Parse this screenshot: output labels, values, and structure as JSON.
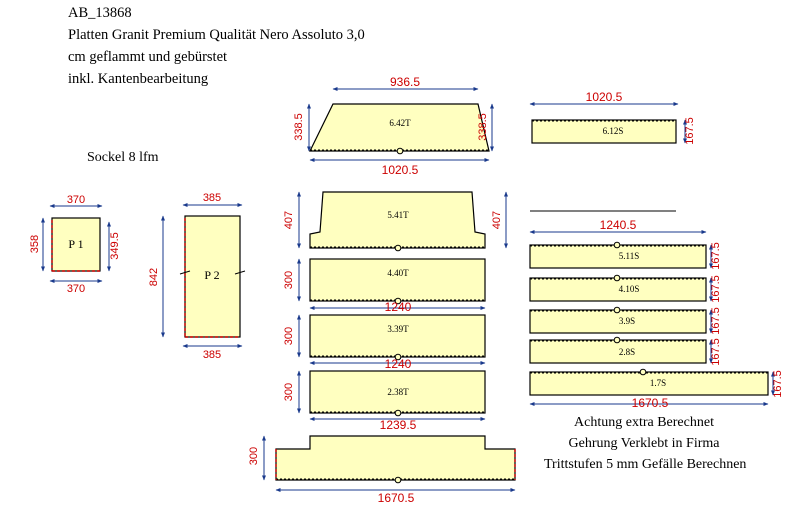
{
  "header": {
    "order_id": "AB_13868",
    "line1": "Platten Granit Premium Qualität Nero Assoluto 3,0",
    "line2": "cm geflammt und gebürstet",
    "line3": "inkl. Kantenbearbeitung"
  },
  "sockel_label": "Sockel  8 lfm",
  "notes": [
    "Achtung extra Berechnet",
    "Gehrung Verklebt in Firma",
    "Trittstufen 5 mm Gefälle Berechnen"
  ],
  "colors": {
    "fill": "#ffffc0",
    "stroke": "#000000",
    "dim_text": "#cc0000",
    "dim_line": "#1a3a8c",
    "edge_red": "#cc0000"
  },
  "pieces": {
    "p1": {
      "label": "P 1",
      "top": "370",
      "bottom": "370",
      "left": "358",
      "right": "349.5"
    },
    "p2": {
      "label": "P 2",
      "top": "385",
      "bottom": "385",
      "left": "842"
    },
    "t6": {
      "label": "6.42T",
      "top": "936.5",
      "bottom": "1020.5",
      "left": "338.5",
      "right": "338.5"
    },
    "t5": {
      "label": "5.41T",
      "left": "407",
      "right": "407"
    },
    "t4": {
      "label": "4.40T",
      "left": "300",
      "bottom": "1240"
    },
    "t3": {
      "label": "3.39T",
      "left": "300",
      "bottom": "1240"
    },
    "t2": {
      "label": "2.38T",
      "left": "300",
      "bottom": "1239.5"
    },
    "t1": {
      "left": "300",
      "bottom": "1670.5"
    },
    "s6": {
      "label": "6.12S",
      "top": "1020.5",
      "right": "167.5"
    },
    "s5": {
      "label": "5.11S",
      "top": "1240.5",
      "right": "167.5"
    },
    "s4": {
      "label": "4.10S",
      "right": "167.5"
    },
    "s3": {
      "label": "3.9S",
      "right": "167.5"
    },
    "s2": {
      "label": "2.8S",
      "right": "167.5"
    },
    "s1": {
      "label": "1.7S",
      "bottom": "1670.5",
      "right": "167.5"
    }
  }
}
